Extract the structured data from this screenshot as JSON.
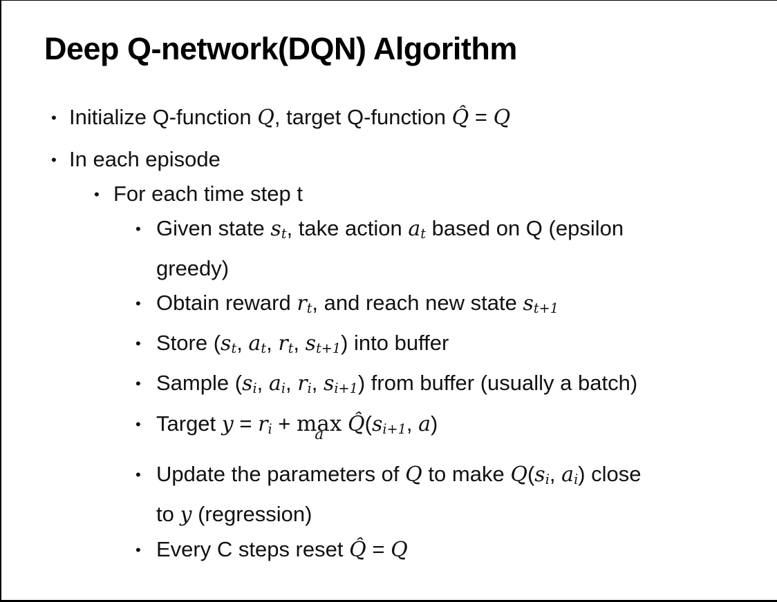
{
  "page": {
    "background_color": "#ffffff",
    "border_color": "#000000",
    "text_color": "#111111"
  },
  "slide": {
    "title": "Deep Q-network(DQN) Algorithm",
    "bullet_marker": "•",
    "bullets": [
      {
        "level": 1,
        "segments": [
          {
            "k": "p",
            "t": "Initialize Q-function "
          },
          {
            "k": "m",
            "t": "Q"
          },
          {
            "k": "p",
            "t": ", target Q-function "
          },
          {
            "k": "m",
            "t": "Q̂"
          },
          {
            "k": "p",
            "t": " = "
          },
          {
            "k": "m",
            "t": "Q"
          }
        ]
      },
      {
        "level": 1,
        "segments": [
          {
            "k": "p",
            "t": "In each episode"
          }
        ]
      },
      {
        "level": 2,
        "segments": [
          {
            "k": "p",
            "t": "For each time step t"
          }
        ]
      },
      {
        "level": 3,
        "segments": [
          {
            "k": "p",
            "t": "Given state "
          },
          {
            "k": "m",
            "t": "s"
          },
          {
            "k": "s",
            "t": "t"
          },
          {
            "k": "p",
            "t": ", take action "
          },
          {
            "k": "m",
            "t": "a"
          },
          {
            "k": "s",
            "t": "t"
          },
          {
            "k": "p",
            "t": " based on Q (epsilon"
          },
          {
            "k": "br"
          },
          {
            "k": "p",
            "t": "greedy)"
          }
        ]
      },
      {
        "level": 3,
        "segments": [
          {
            "k": "p",
            "t": "Obtain reward "
          },
          {
            "k": "m",
            "t": "r"
          },
          {
            "k": "s",
            "t": "t"
          },
          {
            "k": "p",
            "t": ", and reach new state "
          },
          {
            "k": "m",
            "t": "s"
          },
          {
            "k": "s",
            "t": "t+1"
          }
        ]
      },
      {
        "level": 3,
        "segments": [
          {
            "k": "p",
            "t": "Store ("
          },
          {
            "k": "m",
            "t": "s"
          },
          {
            "k": "s",
            "t": "t"
          },
          {
            "k": "p",
            "t": ", "
          },
          {
            "k": "m",
            "t": "a"
          },
          {
            "k": "s",
            "t": "t"
          },
          {
            "k": "p",
            "t": ", "
          },
          {
            "k": "m",
            "t": "r"
          },
          {
            "k": "s",
            "t": "t"
          },
          {
            "k": "p",
            "t": ", "
          },
          {
            "k": "m",
            "t": "s"
          },
          {
            "k": "s",
            "t": "t+1"
          },
          {
            "k": "p",
            "t": ") into buffer"
          }
        ]
      },
      {
        "level": 3,
        "segments": [
          {
            "k": "p",
            "t": "Sample ("
          },
          {
            "k": "m",
            "t": "s"
          },
          {
            "k": "s",
            "t": "i"
          },
          {
            "k": "p",
            "t": ", "
          },
          {
            "k": "m",
            "t": "a"
          },
          {
            "k": "s",
            "t": "i"
          },
          {
            "k": "p",
            "t": ", "
          },
          {
            "k": "m",
            "t": "r"
          },
          {
            "k": "s",
            "t": "i"
          },
          {
            "k": "p",
            "t": ", "
          },
          {
            "k": "m",
            "t": "s"
          },
          {
            "k": "s",
            "t": "i+1"
          },
          {
            "k": "p",
            "t": ") from buffer (usually a batch)"
          }
        ]
      },
      {
        "level": 3,
        "segments": [
          {
            "k": "p",
            "t": "Target "
          },
          {
            "k": "m",
            "t": "y"
          },
          {
            "k": "p",
            "t": " = "
          },
          {
            "k": "m",
            "t": "r"
          },
          {
            "k": "s",
            "t": "i"
          },
          {
            "k": "p",
            "t": " + "
          },
          {
            "k": "u",
            "op": "max",
            "under": "a"
          },
          {
            "k": "p",
            "t": " "
          },
          {
            "k": "m",
            "t": "Q̂"
          },
          {
            "k": "p",
            "t": "("
          },
          {
            "k": "m",
            "t": "s"
          },
          {
            "k": "s",
            "t": "i+1"
          },
          {
            "k": "p",
            "t": ", "
          },
          {
            "k": "m",
            "t": "a"
          },
          {
            "k": "p",
            "t": ")"
          }
        ]
      },
      {
        "level": 3,
        "segments": [
          {
            "k": "p",
            "t": "Update the parameters of "
          },
          {
            "k": "m",
            "t": "Q"
          },
          {
            "k": "p",
            "t": " to make "
          },
          {
            "k": "m",
            "t": "Q"
          },
          {
            "k": "p",
            "t": "("
          },
          {
            "k": "m",
            "t": "s"
          },
          {
            "k": "s",
            "t": "i"
          },
          {
            "k": "p",
            "t": ", "
          },
          {
            "k": "m",
            "t": "a"
          },
          {
            "k": "s",
            "t": "i"
          },
          {
            "k": "p",
            "t": ") close"
          },
          {
            "k": "br"
          },
          {
            "k": "p",
            "t": "to "
          },
          {
            "k": "m",
            "t": "y"
          },
          {
            "k": "p",
            "t": " (regression)"
          }
        ]
      },
      {
        "level": 3,
        "segments": [
          {
            "k": "p",
            "t": "Every C steps reset "
          },
          {
            "k": "m",
            "t": "Q̂"
          },
          {
            "k": "p",
            "t": " = "
          },
          {
            "k": "m",
            "t": "Q"
          }
        ]
      }
    ]
  }
}
